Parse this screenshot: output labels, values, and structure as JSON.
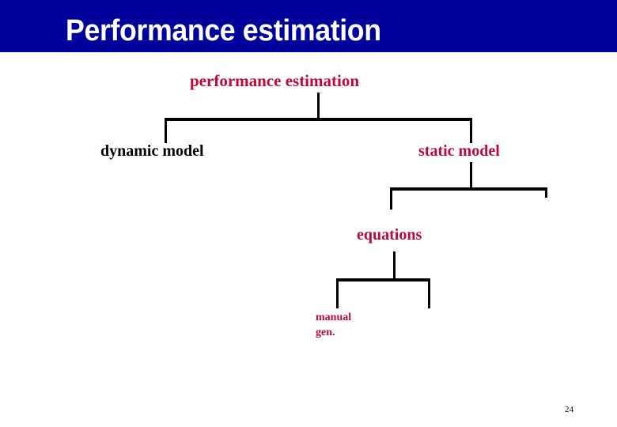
{
  "slide": {
    "title": "Performance estimation",
    "page_number": "24",
    "title_bar_color": "#00009B",
    "title_text_color": "#FFFFFF",
    "background_color": "#FFFFFF",
    "accent_color": "#C00838",
    "line_color": "#000000"
  },
  "diagram": {
    "type": "tree",
    "nodes": [
      {
        "id": "root",
        "label": "performance estimation",
        "color": "#C00838",
        "level": 0
      },
      {
        "id": "dynamic",
        "label": "dynamic model",
        "color": "#000000",
        "level": 1
      },
      {
        "id": "static",
        "label": "static model",
        "color": "#C00838",
        "level": 1
      },
      {
        "id": "equations",
        "label": "equations",
        "color": "#C00838",
        "level": 2
      },
      {
        "id": "manual",
        "label_line1": "manual",
        "label_line2": "gen.",
        "color": "#C00838",
        "level": 3
      }
    ],
    "edges": [
      {
        "from": "root",
        "to": "dynamic"
      },
      {
        "from": "root",
        "to": "static"
      },
      {
        "from": "static",
        "to": "equations"
      },
      {
        "from": "static",
        "to": "unlabeled-stub"
      },
      {
        "from": "equations",
        "to": "manual"
      },
      {
        "from": "equations",
        "to": "unlabeled-stub-2"
      }
    ]
  }
}
